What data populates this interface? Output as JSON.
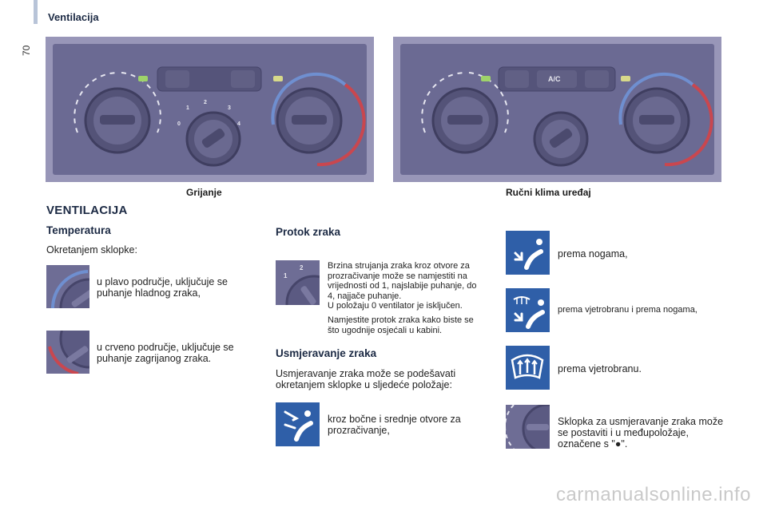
{
  "header": {
    "title": "Ventilacija",
    "page_number": "70"
  },
  "figures": {
    "left_caption": "Grijanje",
    "right_caption": "Ručni klima uređaj",
    "ac_label": "A/C",
    "speed_marks": [
      "0",
      "1",
      "2",
      "3",
      "4"
    ]
  },
  "section_title": "VENTILACIJA",
  "temperatura": {
    "heading": "Temperatura",
    "intro": "Okretanjem sklopke:",
    "blue_text": "u plavo područje, uključuje se puhanje hladnog zraka,",
    "red_text": "u crveno područje, uključuje se puhanje zagrijanog zraka."
  },
  "protok": {
    "heading": "Protok zraka",
    "text1": "Brzina strujanja zraka kroz otvore za prozračivanje može se namjestiti na vrijednosti od 1, najslabije puhanje, do 4, najjače puhanje.",
    "text2": "U položaju 0 ventilator je isključen.",
    "text3": "Namjestite protok zraka kako biste se što ugodnije osjećali u kabini."
  },
  "usmjeravanje": {
    "heading": "Usmjeravanje zraka",
    "intro": "Usmjeravanje zraka može se podešavati okretanjem sklopke u sljedeće položaje:",
    "vents_text": "kroz bočne i srednje otvore za prozračivanje,"
  },
  "right_items": {
    "feet": "prema nogama,",
    "windshield_feet": "prema vjetrobranu i prema nogama,",
    "windshield": "prema vjetrobranu.",
    "intermediate": "Sklopka za usmjeravanje zraka može se postaviti i u međupoložaje, označene s \"●\"."
  },
  "watermark": "carmanualsonline.info",
  "colors": {
    "panel": "#6b6a93",
    "icon_blue": "#2f5fa8",
    "cold": "#6f8fd0",
    "hot": "#c9474f"
  }
}
